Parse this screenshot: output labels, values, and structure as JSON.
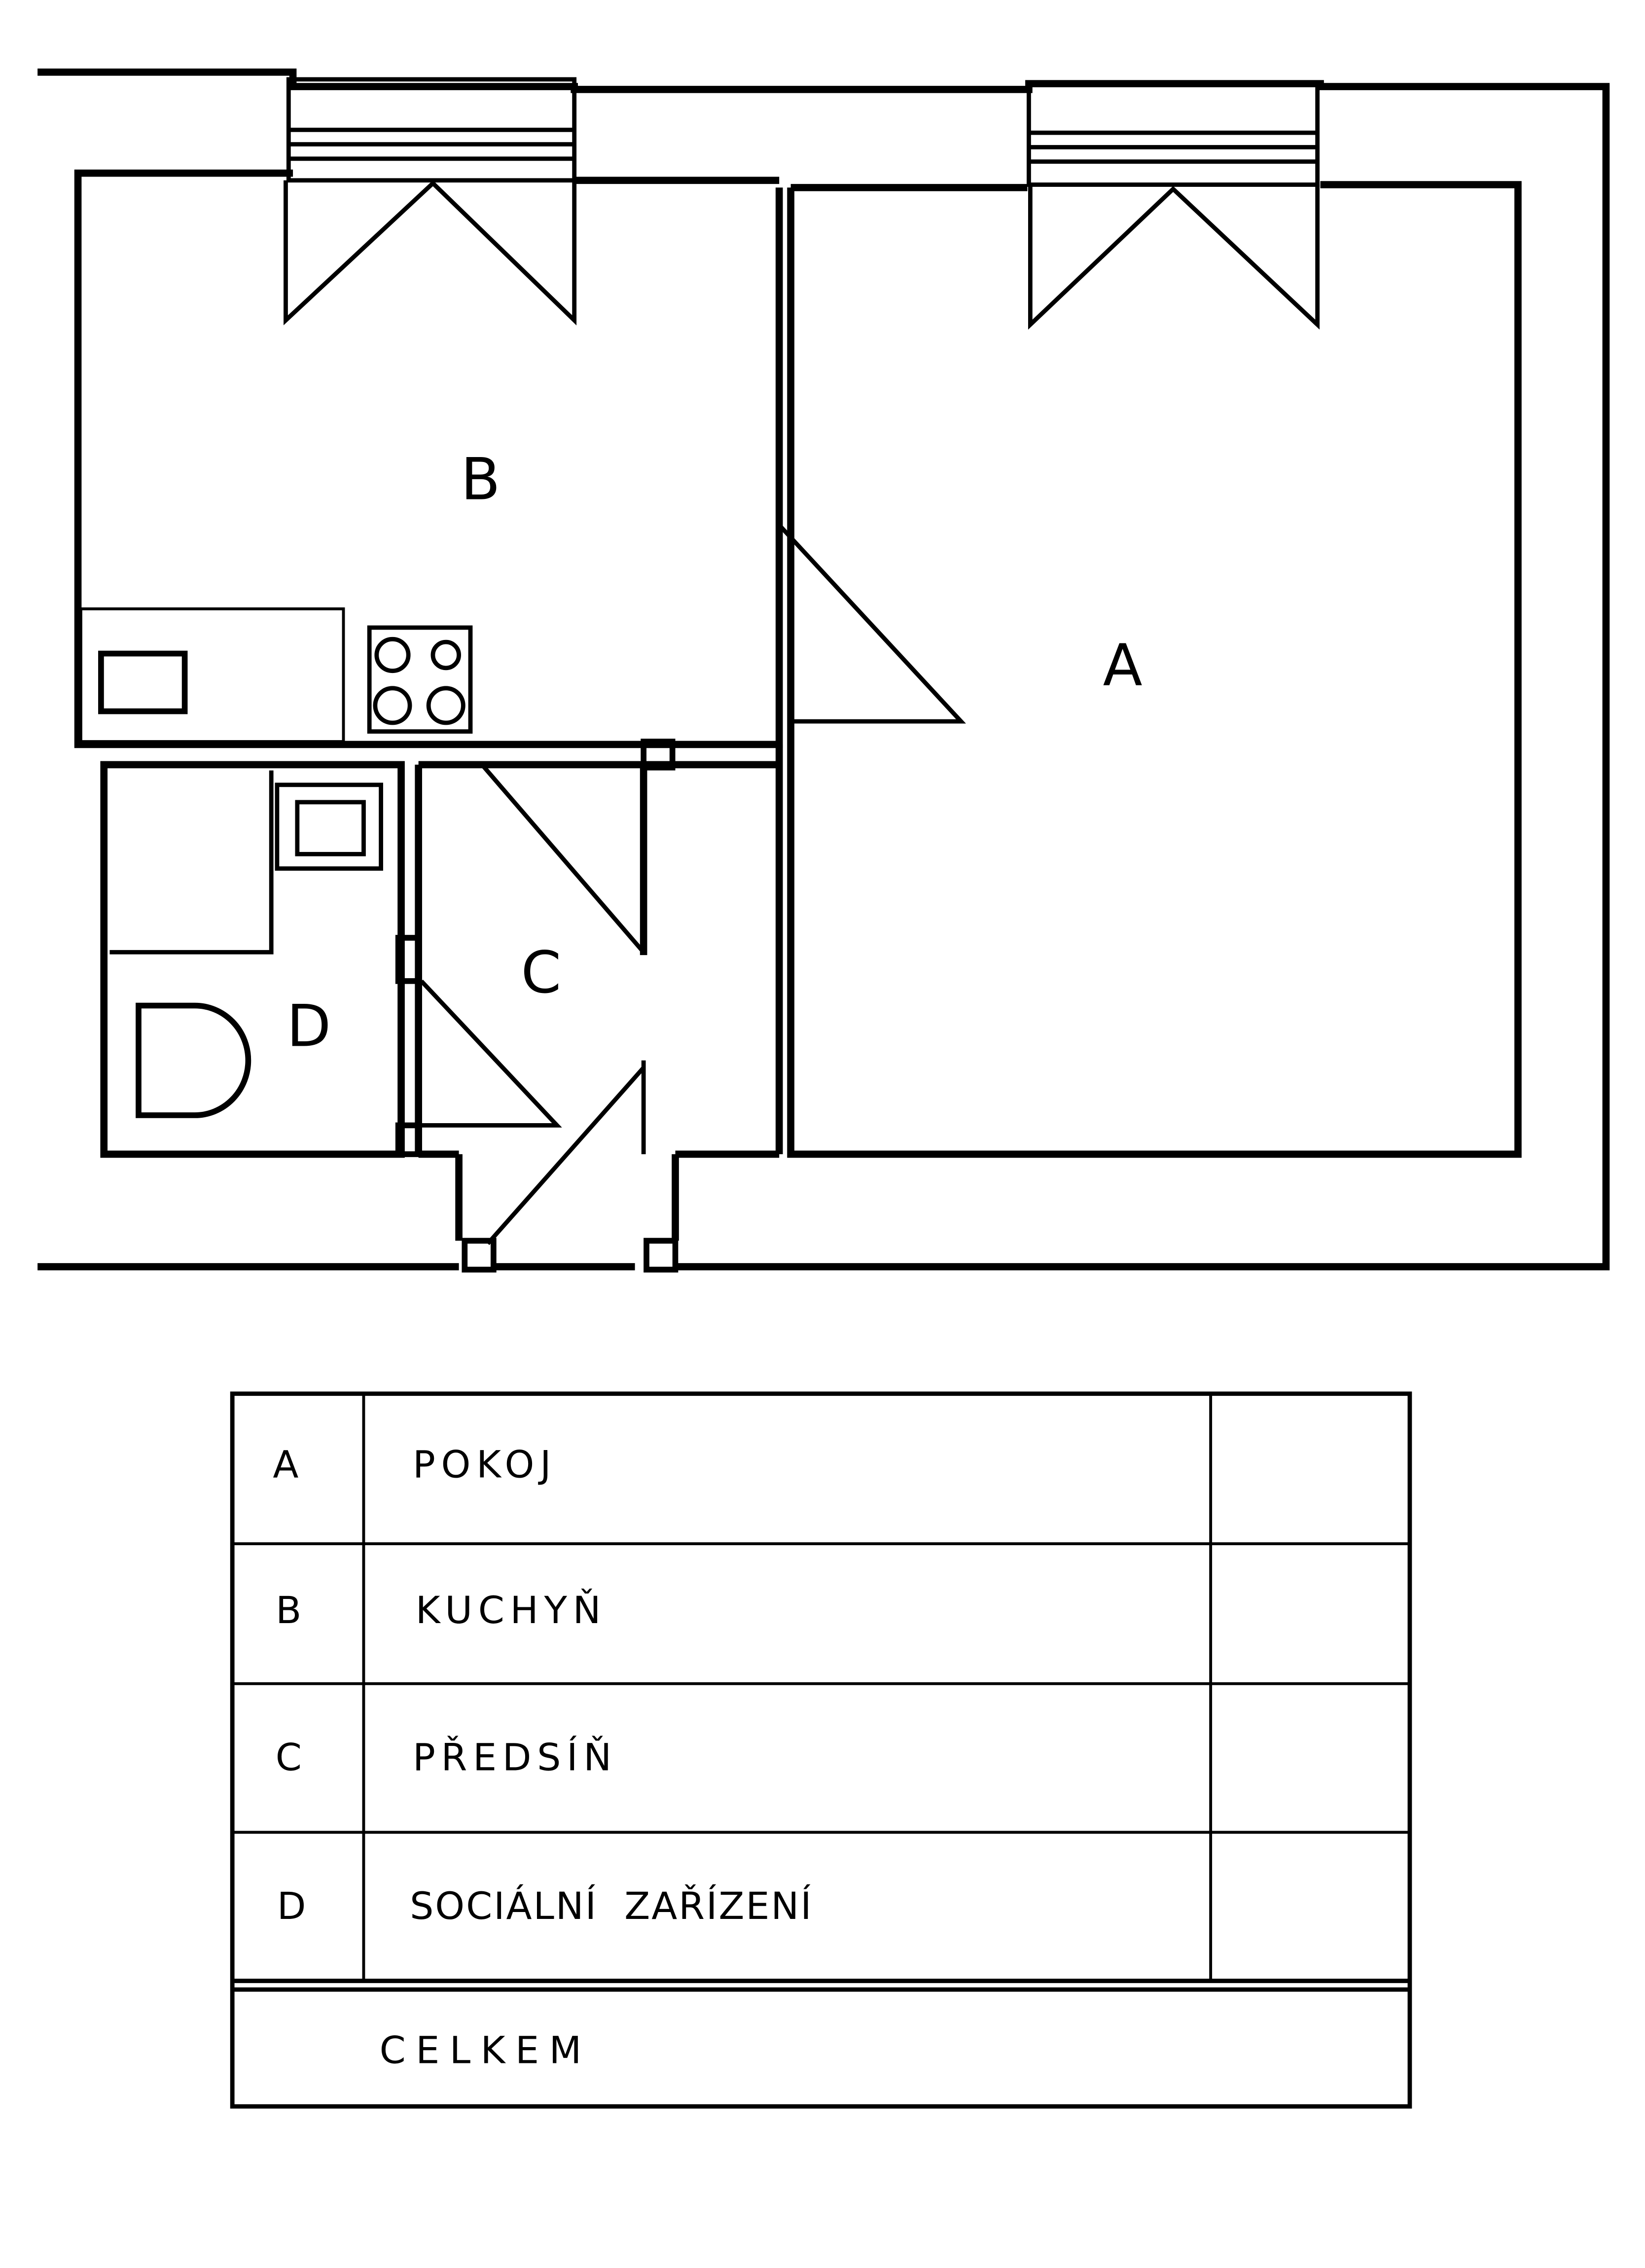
{
  "plan": {
    "room_labels": {
      "a": "A",
      "b": "B",
      "c": "C",
      "d": "D"
    }
  },
  "legend": {
    "rows": [
      {
        "code": "A",
        "name": "POKOJ",
        "area": ""
      },
      {
        "code": "B",
        "name": "KUCHYŇ",
        "area": ""
      },
      {
        "code": "C",
        "name": "PŘEDSÍŇ",
        "area": ""
      },
      {
        "code": "D",
        "name": "SOCIÁLNÍ  ZAŘÍZENÍ",
        "area": ""
      }
    ],
    "total_label": "CELKEM",
    "total_area": ""
  },
  "colors": {
    "line": "#000000",
    "background": "#ffffff"
  }
}
